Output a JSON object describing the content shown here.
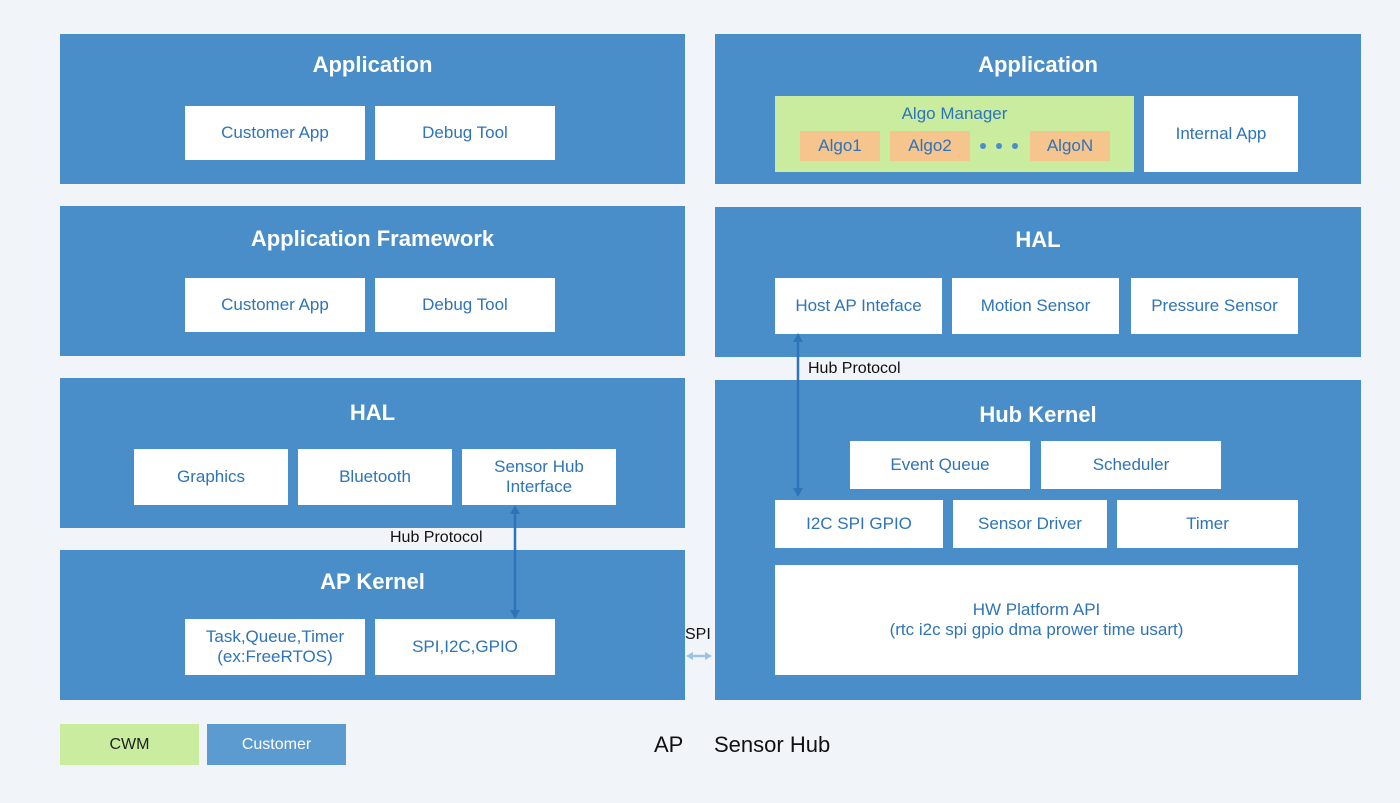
{
  "left": {
    "application": {
      "title": "Application",
      "items": [
        "Customer App",
        "Debug Tool"
      ]
    },
    "framework": {
      "title": "Application Framework",
      "items": [
        "Customer App",
        "Debug Tool"
      ]
    },
    "hal": {
      "title": "HAL",
      "items": [
        "Graphics",
        "Bluetooth",
        "Sensor Hub",
        "Interface"
      ]
    },
    "hub_protocol_label": "Hub Protocol",
    "kernel": {
      "title": "AP Kernel",
      "items": [
        "Task,Queue,Timer",
        "(ex:FreeRTOS)",
        "SPI,I2C,GPIO"
      ]
    }
  },
  "spi_label": "SPI",
  "right": {
    "application": {
      "title": "Application",
      "algo_manager": "Algo Manager",
      "algos": [
        "Algo1",
        "Algo2",
        "AlgoN"
      ],
      "internal_app": "Internal App"
    },
    "hal": {
      "title": "HAL",
      "items": [
        "Host AP Inteface",
        "Motion Sensor",
        "Pressure Sensor"
      ]
    },
    "hub_protocol_label": "Hub Protocol",
    "kernel": {
      "title": "Hub Kernel",
      "items": [
        "Event Queue",
        "Scheduler",
        "I2C SPI GPIO",
        "Sensor Driver",
        "Timer"
      ],
      "hw_platform": [
        "HW Platform API",
        "(rtc i2c spi gpio dma prower time usart)"
      ]
    }
  },
  "legend": {
    "cwm": "CWM",
    "customer": "Customer"
  },
  "footer": {
    "ap": "AP",
    "sensor_hub": "Sensor Hub"
  },
  "colors": {
    "background": "#f1f4f9",
    "panel": "#4a8ec9",
    "box_text": "#2e74b8",
    "cwm_green": "#c9ec9e",
    "algo_orange": "#f6c48d",
    "customer_legend": "#5b9bd0",
    "arrow": "#2e74b8",
    "spi_arrow": "#9cc2e6"
  }
}
